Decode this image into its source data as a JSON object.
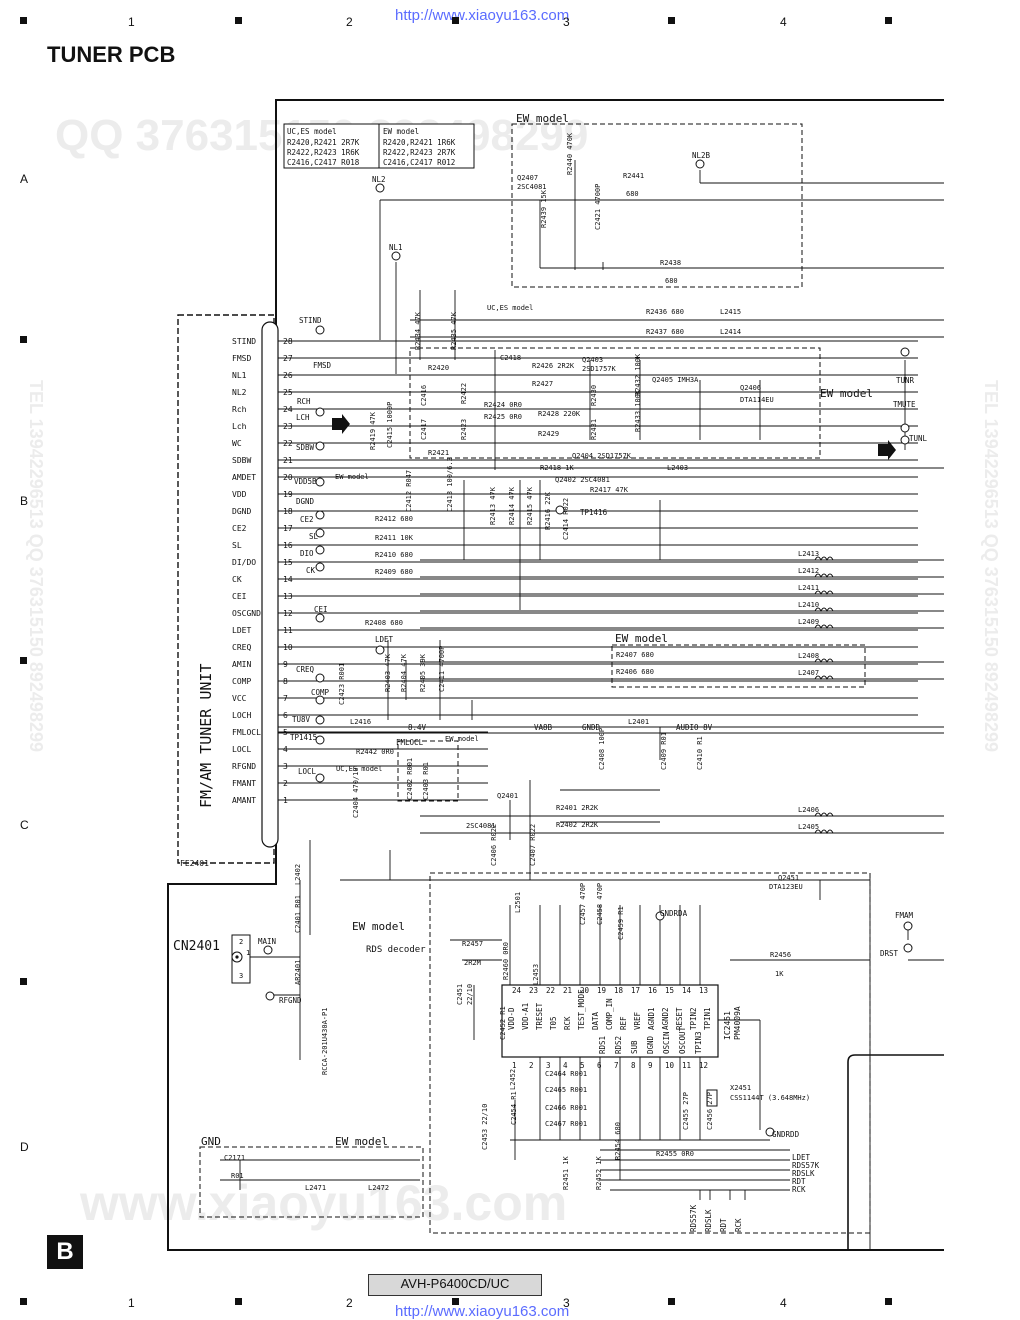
{
  "header": {
    "url_top": "http://www.xiaoyu163.com",
    "url_bottom": "http://www.xiaoyu163.com",
    "title": "TUNER PCB",
    "col_marks": [
      "1",
      "2",
      "3",
      "4"
    ],
    "row_marks": [
      "A",
      "B",
      "C",
      "D"
    ]
  },
  "footer": {
    "model": "AVH-P6400CD/UC",
    "section": "B"
  },
  "watermark": {
    "qq": "QQ 376315150  892498299",
    "tel": "TEL 13942296513  QQ 376315150  892498299",
    "site": "www.xiaoyu163.com"
  },
  "tuner_unit": {
    "ref": "FE2401",
    "label": "FM/AM TUNER UNIT",
    "pins": [
      {
        "no": "28",
        "name": "STIND"
      },
      {
        "no": "27",
        "name": "FMSD"
      },
      {
        "no": "26",
        "name": "NL1"
      },
      {
        "no": "25",
        "name": "NL2"
      },
      {
        "no": "24",
        "name": "Rch"
      },
      {
        "no": "23",
        "name": "Lch"
      },
      {
        "no": "22",
        "name": "WC"
      },
      {
        "no": "21",
        "name": "SDBW"
      },
      {
        "no": "20",
        "name": "AMDET"
      },
      {
        "no": "19",
        "name": "VDD"
      },
      {
        "no": "18",
        "name": "DGND"
      },
      {
        "no": "17",
        "name": "CE2"
      },
      {
        "no": "16",
        "name": "SL"
      },
      {
        "no": "15",
        "name": "DI/DO"
      },
      {
        "no": "14",
        "name": "CK"
      },
      {
        "no": "13",
        "name": "CEI"
      },
      {
        "no": "12",
        "name": "OSCGND"
      },
      {
        "no": "11",
        "name": "LDET"
      },
      {
        "no": "10",
        "name": "CREQ"
      },
      {
        "no": "9",
        "name": "AMIN"
      },
      {
        "no": "8",
        "name": "COMP"
      },
      {
        "no": "7",
        "name": "VCC"
      },
      {
        "no": "6",
        "name": "LOCH"
      },
      {
        "no": "5",
        "name": "FMLOCL"
      },
      {
        "no": "4",
        "name": "LOCL"
      },
      {
        "no": "3",
        "name": "RFGND"
      },
      {
        "no": "2",
        "name": "FMANT"
      },
      {
        "no": "1",
        "name": "AMANT"
      }
    ],
    "net_labels": [
      "STIND",
      "FMSD",
      "RCH",
      "LCH",
      "SDBW",
      "VDD5B",
      "DGND",
      "CE2",
      "SL",
      "DIO",
      "CK",
      "CEI",
      "LDET",
      "CREQ",
      "COMP",
      "TU8V",
      "TP1415",
      "LOCL"
    ]
  },
  "model_tables": {
    "uc_es": {
      "title": "UC,ES model",
      "lines": [
        "R2420,R2421 2R7K",
        "R2422,R2423 1R6K",
        "C2416,C2417 R018"
      ]
    },
    "ew": {
      "title": "EW model",
      "lines": [
        "R2420,R2421 1R6K",
        "R2422,R2423 2R7K",
        "C2416,C2417 R012"
      ]
    }
  },
  "labels": {
    "ew_model": "EW model",
    "uc_es_model": "UC,ES model",
    "rds_decoder": "RDS decoder",
    "gnd": "GND",
    "cn2401": "CN2401",
    "main": "MAIN",
    "rfgnd": "RFGND",
    "nl1": "NL1",
    "nl2": "NL2",
    "nl2b": "NL2B",
    "tunr": "TUNR",
    "tmute": "TMUTE",
    "tunl": "TUNL",
    "fmam": "FMAM",
    "drst": "DRST",
    "gndrda": "GNDRDA",
    "gndrdd": "GNDRDD",
    "va8b": "VA8B",
    "gndd": "GNDD",
    "audio8v": "AUDIO 8V",
    "v84": "8.4V",
    "fmlocl": "FMLOCL",
    "tp1416": "TP1416",
    "rds_out": [
      "LDET",
      "RDS57K",
      "RDSLK",
      "RDT",
      "RCK"
    ],
    "rds_bottom": [
      "RDS57K",
      "RDSLK",
      "RDT",
      "RCK"
    ]
  },
  "components": {
    "q2407": [
      "Q2407",
      "2SC4081"
    ],
    "r2440": "R2440 470K",
    "r2441": [
      "R2441",
      "680"
    ],
    "r2439": "R2439 15K",
    "c2421": "C2421 4700P",
    "r2438": [
      "R2438",
      "680"
    ],
    "r2436": "R2436 680",
    "r2437": "R2437 680",
    "l2415": "L2415",
    "l2414": "L2414",
    "r2434": "R2434 47K",
    "r2435": "R2435 47K",
    "c2418": "C2418",
    "r2426": "R2426 2R2K",
    "q2403": [
      "Q2403",
      "2SD1757K"
    ],
    "r2427": "R2427",
    "r2424": "R2424 0R0",
    "r2425": "R2425 0R0",
    "r2428": "R2428 220K",
    "r2429": "R2429",
    "r2430": "R2430",
    "r2431": "R2431",
    "r2432": "R2432 100K",
    "r2433": "R2433 100K",
    "q2405": "Q2405 IMH3A",
    "q2406": [
      "Q2406",
      "DTA114EU"
    ],
    "q2404": "Q2404 2SD1757K",
    "r2418": "R2418 1K",
    "l2403": "L2403",
    "q2402": "Q2402 2SC4081",
    "r2417": "R2417 47K",
    "r2420": "R2420",
    "r2421": "R2421",
    "c2416": "C2416",
    "c2417": "C2417",
    "r2422": "R2422",
    "r2423": "R2423",
    "r2419": "R2419 47K",
    "c2415": "C2415 1000P",
    "c2412": "C2412 R047",
    "c2413": "C2413 100/6.3",
    "r2413": "R2413 47K",
    "r2414": "R2414 47K",
    "r2415": "R2415 47K",
    "r2416": "R2416 22K",
    "c2414": "C2414 R022",
    "r2412": "R2412 680",
    "r2411": "R2411 10K",
    "r2410": "R2410 680",
    "r2409": "R2409 680",
    "r2408": "R2408 680",
    "r2407": "R2407 680",
    "r2406": "R2406 680",
    "l_right": [
      "L2413",
      "L2412",
      "L2411",
      "L2410",
      "L2409",
      "L2408",
      "L2407",
      "L2406",
      "L2405"
    ],
    "c2423": "C2423 R001",
    "r2403": "R2403 47K",
    "r2404": "R2404 47K",
    "r2405": "R2405 39K",
    "c2411": "C2411 4700P",
    "l2416": "L2416",
    "r2442": "R2442 0R0",
    "c2402": "C2402 R001",
    "c2403": "C2403 R01",
    "c2404": "C2404 470/10",
    "c2408": "C2408 100P",
    "c2409": "C2409 R01",
    "c2410": "C2410 R1",
    "l2401": "L2401",
    "q2401": [
      "Q2401",
      "2SC4081"
    ],
    "r2401": "R2401 2R2K",
    "r2402": "R2402 2R2K",
    "c2406": "C2406 R022",
    "c2407": "C2407 R022",
    "l2402": "L2402",
    "c2401": "C2401 R01",
    "ar2401": "AR2401",
    "rcca": "RCCA-201U430A-P1",
    "q2451": [
      "Q2451",
      "DTA123EU"
    ],
    "r2456": [
      "R2456",
      "1K"
    ],
    "l2501": "L2501",
    "c2457": "C2457 470P",
    "c2458": "C2458 470P",
    "c2459": "C2459 R1",
    "r2457": [
      "R2457",
      "2R2M"
    ],
    "r2460": "R2460 0R0",
    "l2453": "L2453",
    "c2451": [
      "C2451",
      "22/10"
    ],
    "c2452": "C2452 R1",
    "ic2451": [
      "IC2451",
      "PM4009A"
    ],
    "ic_top_pins": [
      "VDD-D",
      "VDD-A1",
      "TRESET",
      "T05",
      "RCK",
      "TEST_MODE",
      "DATA",
      "COMP_IN",
      "REF",
      "VREF",
      "AGND1",
      "AGND2",
      "RESET",
      "TPIN2",
      "TPIN1"
    ],
    "ic_top_nums": [
      "24",
      "23",
      "22",
      "21",
      "20",
      "19",
      "18",
      "17",
      "16",
      "15",
      "14",
      "13"
    ],
    "ic_bot_pins": [
      "RDS1",
      "RDS2",
      "SUB",
      "DGND",
      "OSCIN",
      "OSCOUT",
      "TPIN3"
    ],
    "ic_bot_nums": [
      "1",
      "2",
      "3",
      "4",
      "5",
      "6",
      "7",
      "8",
      "9",
      "10",
      "11",
      "12"
    ],
    "c2464": "C2464 R001",
    "c2465": "C2465 R001",
    "c2466": "C2466 R001",
    "c2467": "C2467 R001",
    "l2452": "L2452",
    "c2454": "C2454 R1",
    "c2453": "C2453 22/10",
    "x2451": [
      "X2451",
      "CSS1144T (3.648MHz)"
    ],
    "c2455": "C2455 27P",
    "c2456": "C2456 27P",
    "r2455": "R2455 0R0",
    "r2451": "R2451 1K",
    "r2452": "R2452 1K",
    "r2454": "R2454 680",
    "c2171": [
      "C2171",
      "R01"
    ],
    "l2471": "L2471",
    "l2472": "L2472"
  }
}
